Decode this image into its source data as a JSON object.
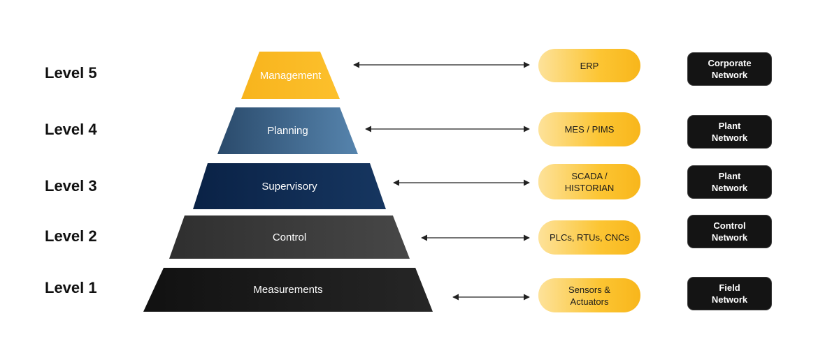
{
  "levels": [
    {
      "label": "Level 5",
      "tier": "Management",
      "system": "ERP",
      "network": "Corporate\nNetwork"
    },
    {
      "label": "Level 4",
      "tier": "Planning",
      "system": "MES / PIMS",
      "network": "Plant\nNetwork"
    },
    {
      "label": "Level 3",
      "tier": "Supervisory",
      "system": "SCADA /\nHISTORIAN",
      "network": "Plant\nNetwork"
    },
    {
      "label": "Level 2",
      "tier": "Control",
      "system": "PLCs, RTUs, CNCs",
      "network": "Control\nNetwork"
    },
    {
      "label": "Level 1",
      "tier": "Measurements",
      "system": "Sensors &\nActuators",
      "network": "Field\nNetwork"
    }
  ],
  "colors": {
    "tier_management": "#f9b21d",
    "tier_planning": "#3f6a8f",
    "tier_supervisory": "#0f2a4d",
    "tier_control": "#3c3c3c",
    "tier_measurements": "#1a1a1a",
    "system_pill": "#fcc533",
    "network_box": "#141414",
    "arrow": "#222222"
  }
}
